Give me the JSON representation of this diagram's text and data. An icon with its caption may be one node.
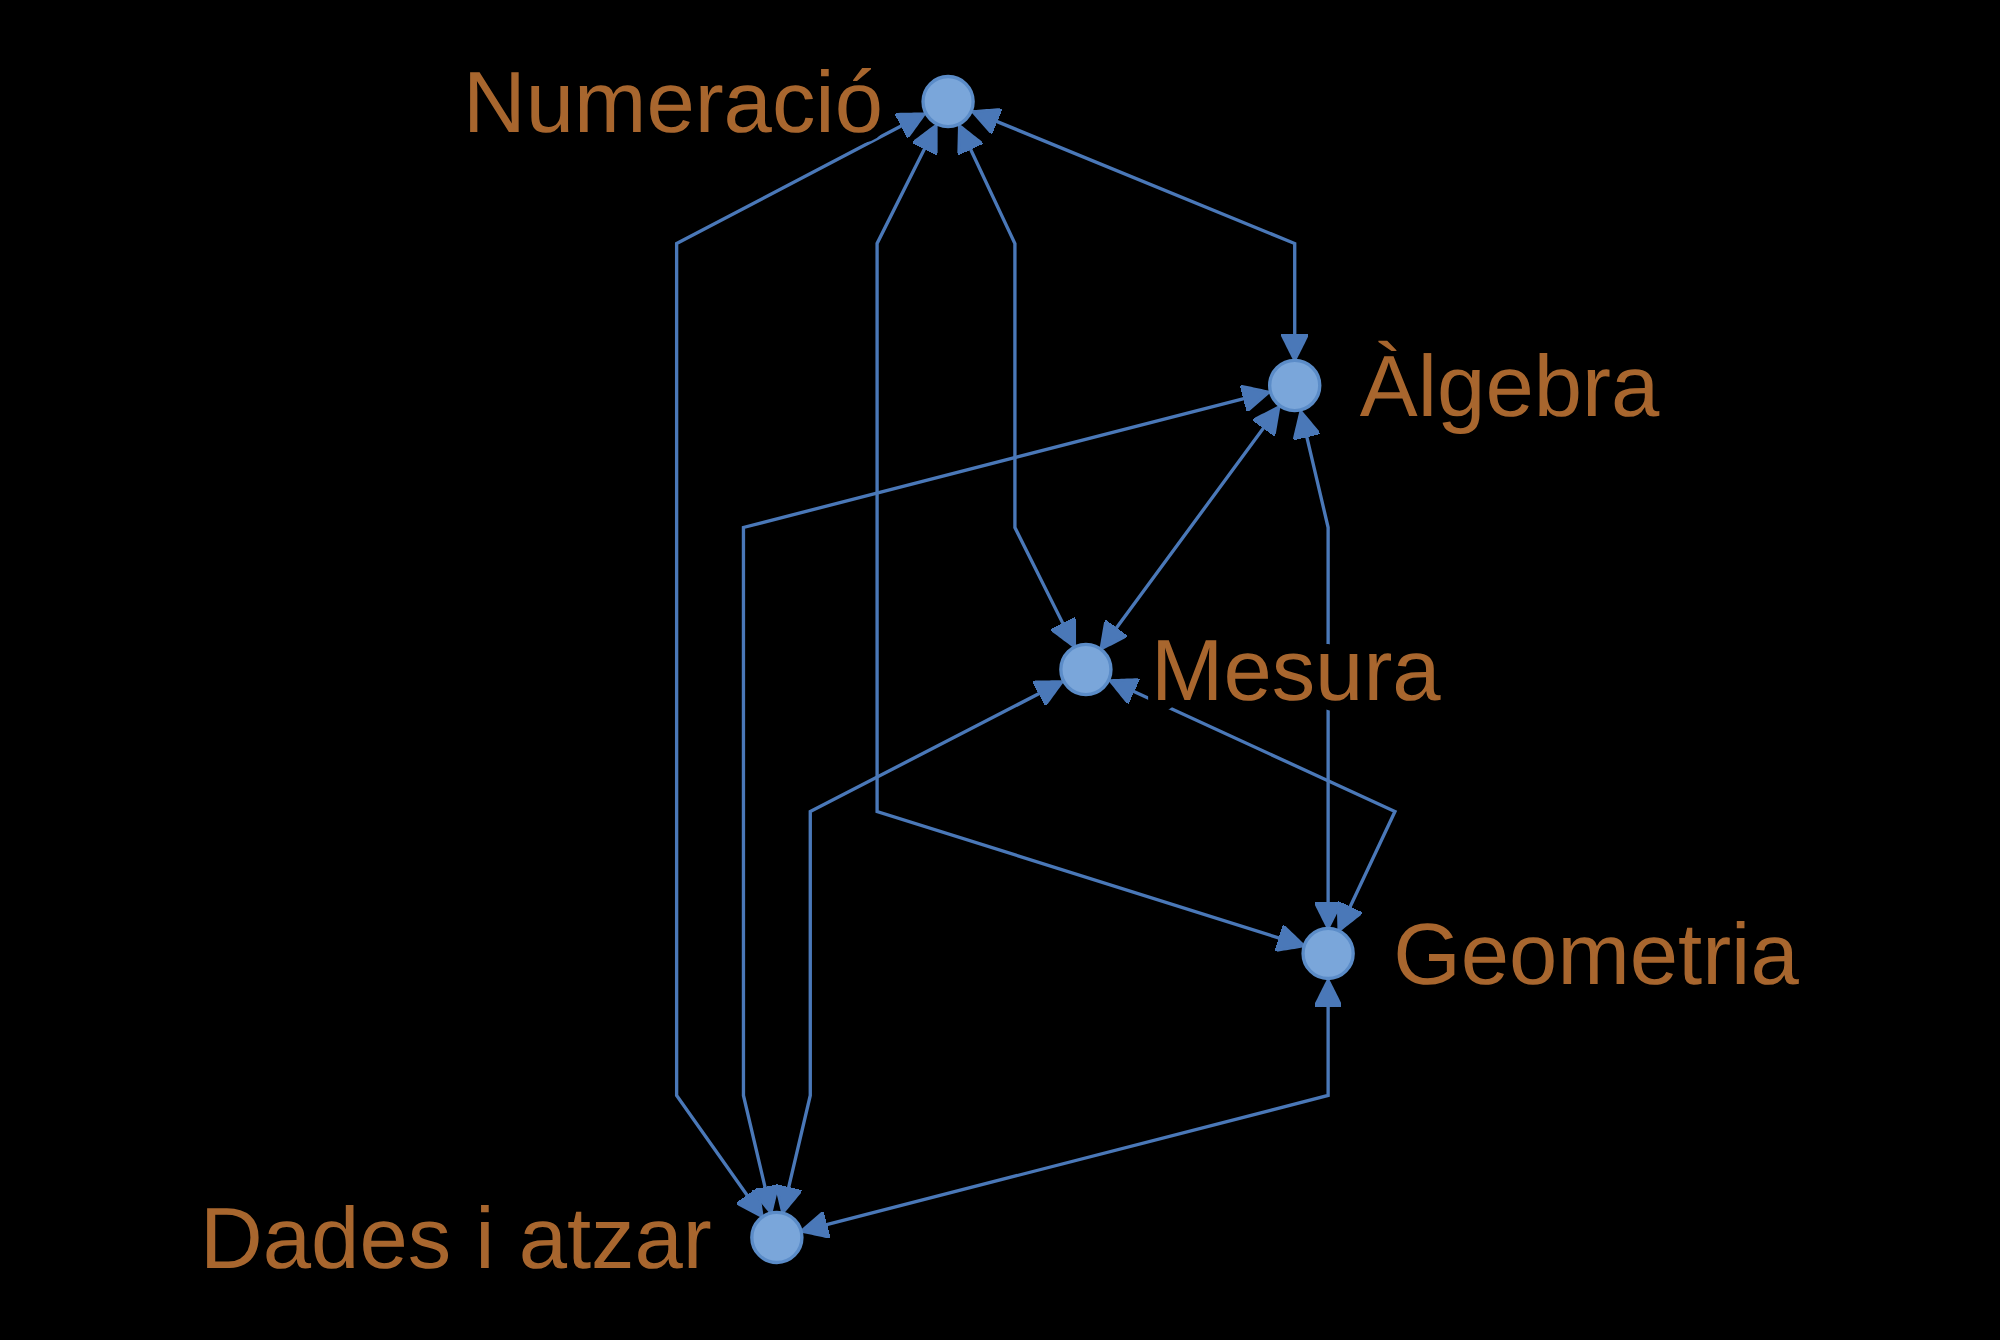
{
  "diagram": {
    "nodes": [
      {
        "text": [],
        "shape": "circle",
        "beside": [
          "Numeració"
        ]
      },
      {
        "text": [],
        "shape": "circle",
        "beside": [
          "Àlgebra"
        ]
      },
      {
        "text": [],
        "shape": "circle",
        "beside": [
          "Mesura"
        ]
      },
      {
        "text": [],
        "shape": "circle",
        "beside": [
          "Geometria"
        ]
      },
      {
        "text": [],
        "shape": "circle",
        "beside": [
          "Dades i atzar"
        ]
      }
    ],
    "edges": [
      {
        "from": 0,
        "to": 1,
        "arrow": "both"
      },
      {
        "from": 0,
        "to": 2,
        "arrow": "both"
      },
      {
        "from": 0,
        "to": 3,
        "arrow": "both"
      },
      {
        "from": 0,
        "to": 4,
        "arrow": "both"
      },
      {
        "from": 1,
        "to": 2,
        "arrow": "both"
      },
      {
        "from": 1,
        "to": 3,
        "arrow": "both"
      },
      {
        "from": 1,
        "to": 4,
        "arrow": "both"
      },
      {
        "from": 2,
        "to": 3,
        "arrow": "both"
      },
      {
        "from": 2,
        "to": 4,
        "arrow": "both"
      },
      {
        "from": 3,
        "to": 4,
        "arrow": "both"
      }
    ]
  }
}
